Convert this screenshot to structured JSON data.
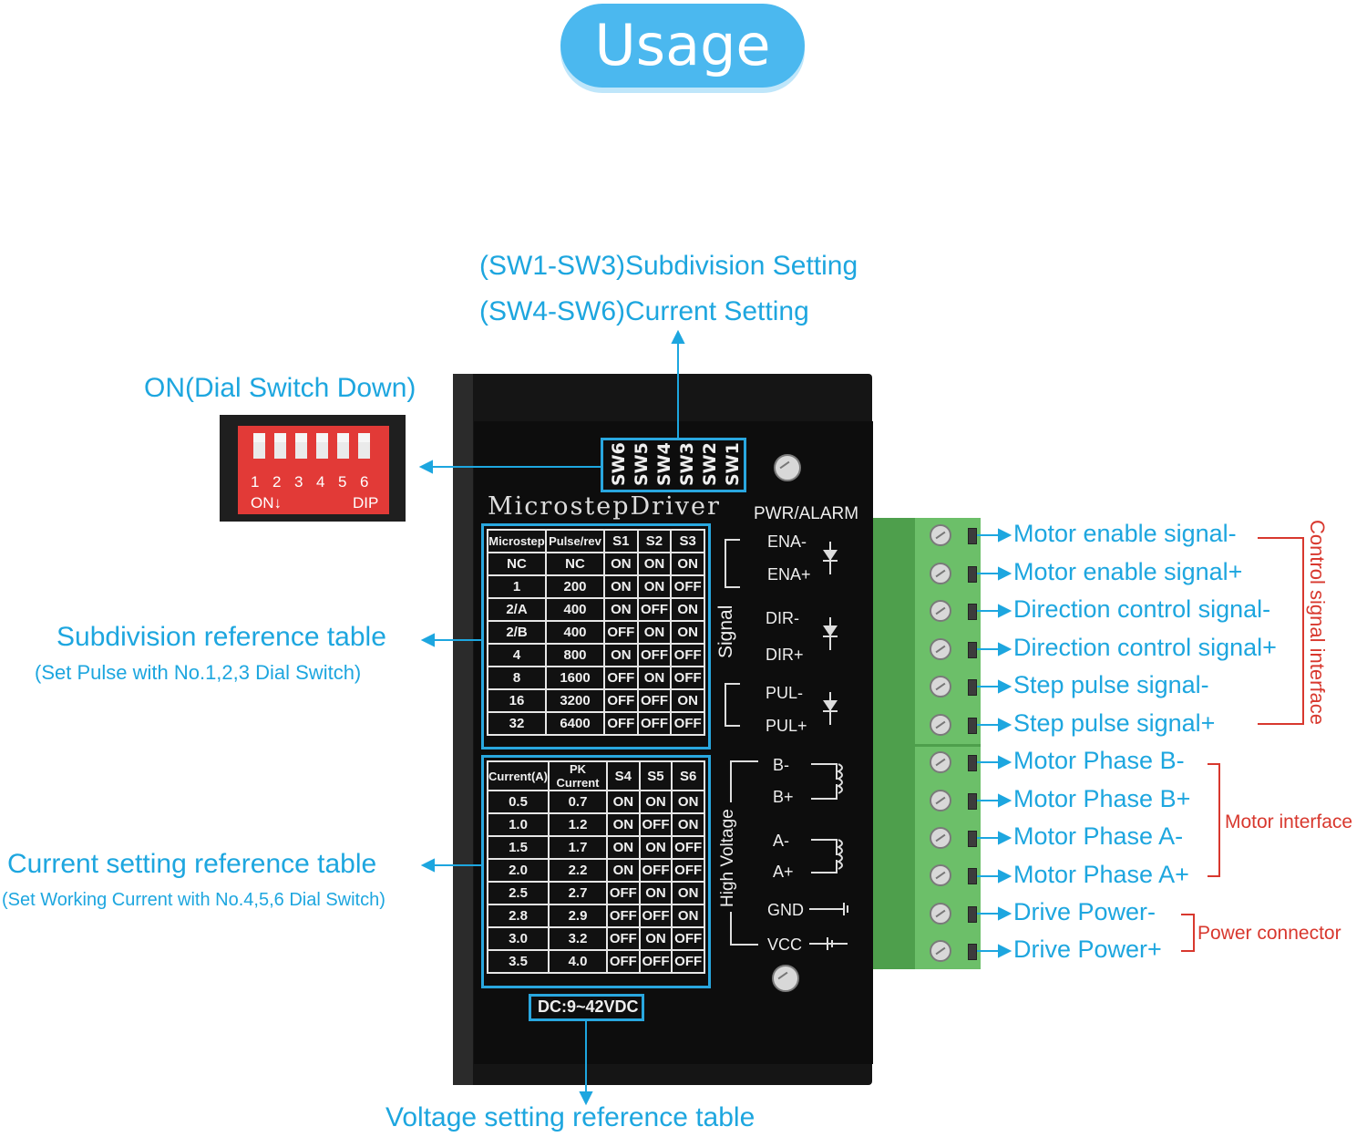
{
  "title": "Usage",
  "callouts": {
    "subdivision_setting": "(SW1-SW3)Subdivision Setting",
    "current_setting": "(SW4-SW6)Current Setting",
    "dial_switch": "ON(Dial Switch Down)",
    "subdivision_table": "Subdivision reference table",
    "subdivision_table_note": "(Set Pulse with No.1,2,3 Dial Switch)",
    "current_table": "Current setting reference table",
    "current_table_note": "(Set Working Current with No.4,5,6 Dial Switch)",
    "voltage_table": "Voltage setting reference table"
  },
  "dip_switch": {
    "numbers": [
      "1",
      "2",
      "3",
      "4",
      "5",
      "6"
    ],
    "on_label": "ON↓",
    "dip_label": "DIP"
  },
  "driver": {
    "name": "MicrostepDriver",
    "switch_labels": [
      "SW6",
      "SW5",
      "SW4",
      "SW3",
      "SW2",
      "SW1"
    ],
    "pwr_alarm": "PWR/ALARM",
    "signal_group": "Signal",
    "high_voltage_group": "High Voltage",
    "voltage": "DC:9~42VDC",
    "pins": [
      "ENA-",
      "ENA+",
      "DIR-",
      "DIR+",
      "PUL-",
      "PUL+",
      "B-",
      "B+",
      "A-",
      "A+",
      "GND",
      "VCC"
    ]
  },
  "subdivision_table": {
    "headers": [
      "Microstep",
      "Pulse/rev",
      "S1",
      "S2",
      "S3"
    ],
    "rows": [
      [
        "NC",
        "NC",
        "ON",
        "ON",
        "ON"
      ],
      [
        "1",
        "200",
        "ON",
        "ON",
        "OFF"
      ],
      [
        "2/A",
        "400",
        "ON",
        "OFF",
        "ON"
      ],
      [
        "2/B",
        "400",
        "OFF",
        "ON",
        "ON"
      ],
      [
        "4",
        "800",
        "ON",
        "OFF",
        "OFF"
      ],
      [
        "8",
        "1600",
        "OFF",
        "ON",
        "OFF"
      ],
      [
        "16",
        "3200",
        "OFF",
        "OFF",
        "ON"
      ],
      [
        "32",
        "6400",
        "OFF",
        "OFF",
        "OFF"
      ]
    ]
  },
  "current_table": {
    "headers": [
      "Current(A)",
      "PK Current",
      "S4",
      "S5",
      "S6"
    ],
    "rows": [
      [
        "0.5",
        "0.7",
        "ON",
        "ON",
        "ON"
      ],
      [
        "1.0",
        "1.2",
        "ON",
        "OFF",
        "ON"
      ],
      [
        "1.5",
        "1.7",
        "ON",
        "ON",
        "OFF"
      ],
      [
        "2.0",
        "2.2",
        "ON",
        "OFF",
        "OFF"
      ],
      [
        "2.5",
        "2.7",
        "OFF",
        "ON",
        "ON"
      ],
      [
        "2.8",
        "2.9",
        "OFF",
        "OFF",
        "ON"
      ],
      [
        "3.0",
        "3.2",
        "OFF",
        "ON",
        "OFF"
      ],
      [
        "3.5",
        "4.0",
        "OFF",
        "OFF",
        "OFF"
      ]
    ]
  },
  "terminals": [
    "Motor enable signal-",
    "Motor enable signal+",
    "Direction control signal-",
    "Direction control signal+",
    "Step pulse signal-",
    "Step pulse signal+",
    "Motor Phase B-",
    "Motor Phase B+",
    "Motor Phase A-",
    "Motor Phase A+",
    "Drive Power-",
    "Drive Power+"
  ],
  "groups": {
    "control": "Control signal interface",
    "motor": "Motor interface",
    "power": "Power connector"
  },
  "colors": {
    "accent_blue": "#1da6df",
    "pill_blue": "#4bb8ef",
    "group_red": "#d8382e",
    "terminal_green": "#6cbf69"
  }
}
